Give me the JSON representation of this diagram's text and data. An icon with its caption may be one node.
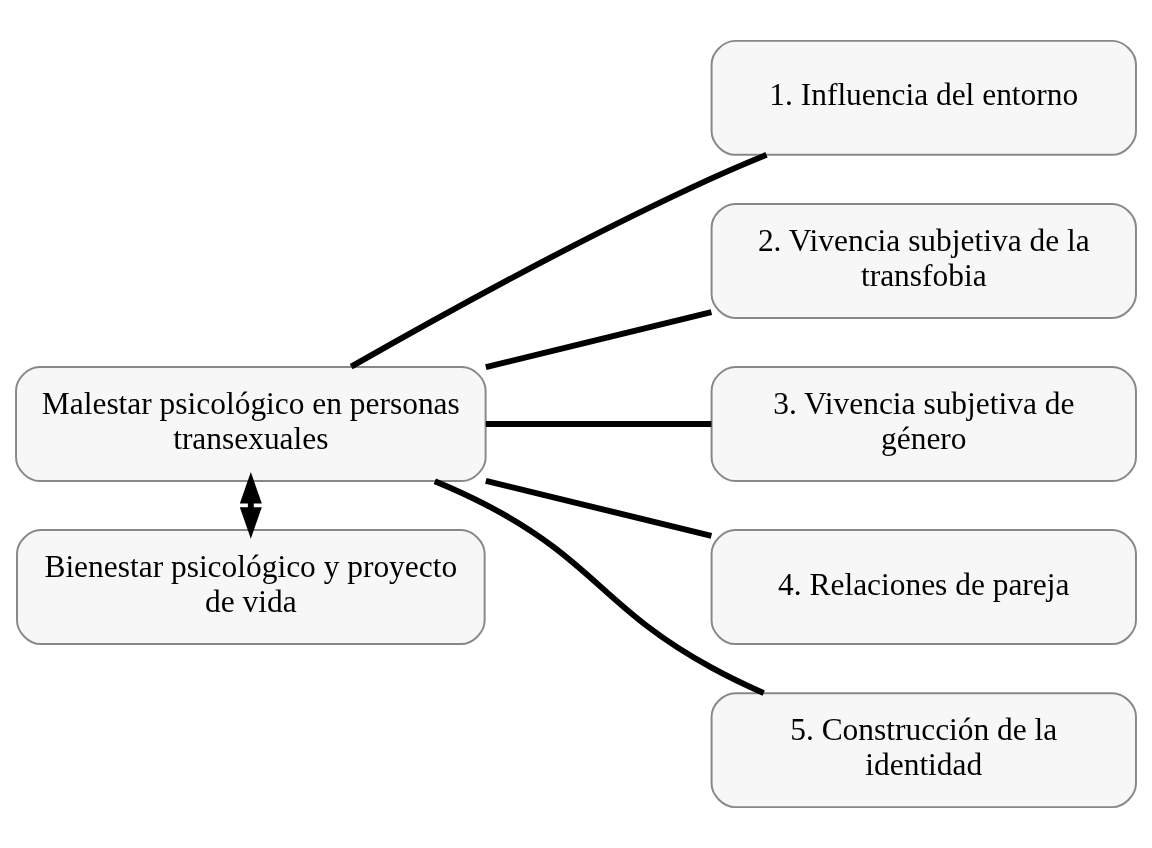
{
  "diagram": {
    "nodes": [
      {
        "text": [
          "Malestar psicológico en personas transexuales"
        ]
      },
      {
        "text": [
          "1. Influencia del entorno"
        ]
      },
      {
        "text": [
          "2. Vivencia subjetiva de la transfobia"
        ]
      },
      {
        "text": [
          "3. Vivencia subjetiva de género"
        ]
      },
      {
        "text": [
          "4. Relaciones de pareja"
        ]
      },
      {
        "text": [
          "5. Construcción de la identidad"
        ]
      },
      {
        "text": [
          "Bienestar psicológico y proyecto de vida"
        ]
      }
    ],
    "edges": [
      {
        "from": 0,
        "to": 1,
        "arrow": "none"
      },
      {
        "from": 0,
        "to": 2,
        "arrow": "none"
      },
      {
        "from": 0,
        "to": 3,
        "arrow": "none"
      },
      {
        "from": 0,
        "to": 4,
        "arrow": "none"
      },
      {
        "from": 0,
        "to": 5,
        "arrow": "none"
      },
      {
        "from": 0,
        "to": 6,
        "arrow": "both"
      }
    ]
  }
}
